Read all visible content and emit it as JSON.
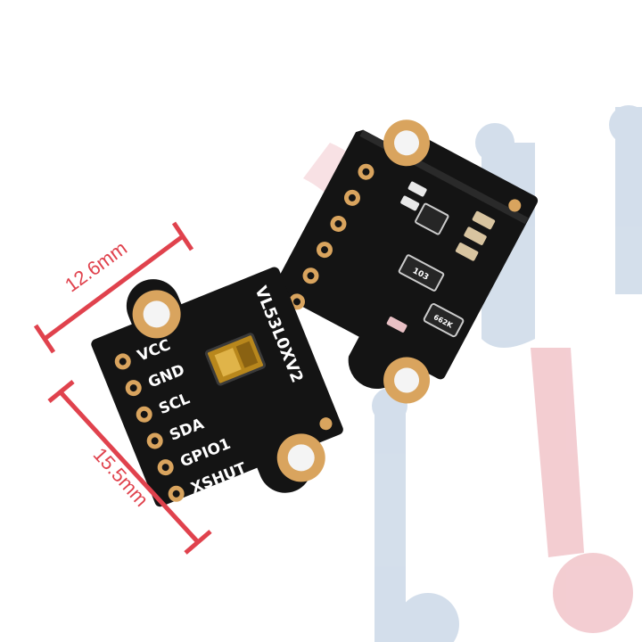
{
  "dimensions": {
    "width_label": "12.6mm",
    "height_label": "15.5mm",
    "color": "#e0424d"
  },
  "front_board": {
    "model_label": "VL53L0XV2",
    "pins": [
      "VCC",
      "GND",
      "SCL",
      "SDA",
      "GPIO1",
      "XSHUT"
    ]
  },
  "back_board": {
    "component_label": "103",
    "regulator_label": "662K"
  },
  "colors": {
    "pcb": "#141414",
    "gold": "#d9a45e",
    "watermark_blue": "#cfdbe9",
    "watermark_red": "#f2c8cd"
  }
}
